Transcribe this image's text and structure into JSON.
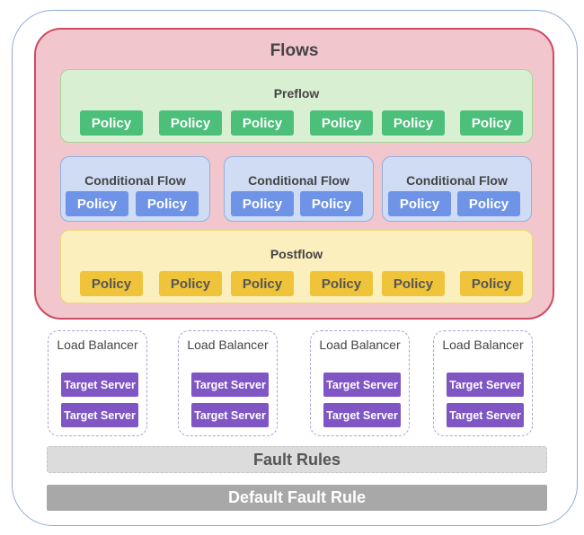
{
  "flows": {
    "title": "Flows",
    "preflow": {
      "title": "Preflow",
      "policies": [
        "Policy",
        "Policy",
        "Policy",
        "Policy",
        "Policy",
        "Policy"
      ]
    },
    "conditional_flows": [
      {
        "title": "Conditional Flow",
        "policies": [
          "Policy",
          "Policy"
        ]
      },
      {
        "title": "Conditional Flow",
        "policies": [
          "Policy",
          "Policy"
        ]
      },
      {
        "title": "Conditional Flow",
        "policies": [
          "Policy",
          "Policy"
        ]
      }
    ],
    "postflow": {
      "title": "Postflow",
      "policies": [
        "Policy",
        "Policy",
        "Policy",
        "Policy",
        "Policy",
        "Policy"
      ]
    }
  },
  "load_balancers": [
    {
      "title": "Load Balancer",
      "servers": [
        "Target Server",
        "Target Server"
      ]
    },
    {
      "title": "Load Balancer",
      "servers": [
        "Target Server",
        "Target Server"
      ]
    },
    {
      "title": "Load Balancer",
      "servers": [
        "Target Server",
        "Target Server"
      ]
    },
    {
      "title": "Load Balancer",
      "servers": [
        "Target Server",
        "Target Server"
      ]
    }
  ],
  "fault_rules": {
    "label": "Fault Rules"
  },
  "default_fault_rule": {
    "label": "Default Fault Rule"
  },
  "colors": {
    "flows_border": "#cf4b62",
    "preflow_policy": "#4cbf7a",
    "conditional_policy": "#6f93e6",
    "postflow_policy": "#efc43a",
    "target_server": "#7f56c4"
  }
}
